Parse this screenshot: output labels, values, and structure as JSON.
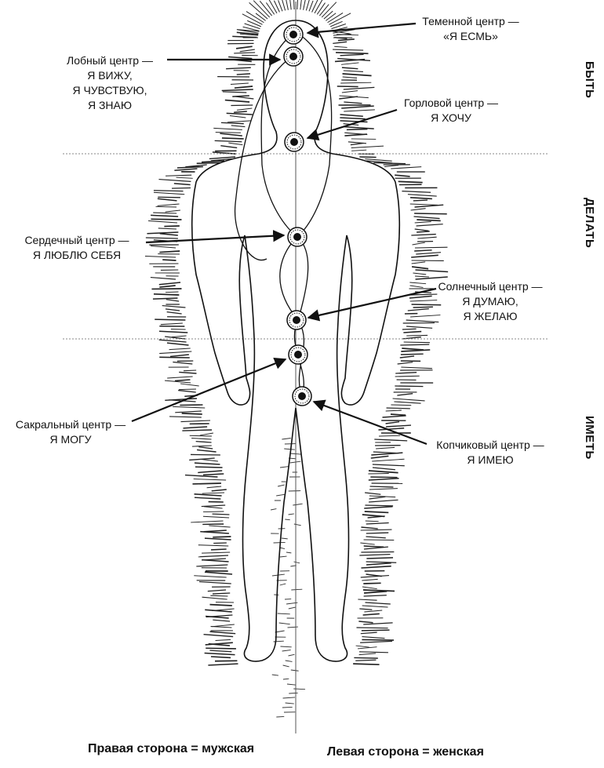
{
  "chakras": [
    {
      "id": "crown",
      "title": "Теменной центр —",
      "lines": [
        "«Я ЕСМЬ»"
      ]
    },
    {
      "id": "brow",
      "title": "Лобный центр —",
      "lines": [
        "Я ВИЖУ,",
        "Я ЧУВСТВУЮ,",
        "Я ЗНАЮ"
      ]
    },
    {
      "id": "throat",
      "title": "Горловой центр —",
      "lines": [
        "Я ХОЧУ"
      ]
    },
    {
      "id": "heart",
      "title": "Сердечный центр —",
      "lines": [
        "Я ЛЮБЛЮ СЕБЯ"
      ]
    },
    {
      "id": "solar",
      "title": "Солнечный центр —",
      "lines": [
        "Я ДУМАЮ,",
        "Я ЖЕЛАЮ"
      ]
    },
    {
      "id": "sacral",
      "title": "Сакральный центр —",
      "lines": [
        "Я МОГУ"
      ]
    },
    {
      "id": "root",
      "title": "Копчиковый центр —",
      "lines": [
        "Я ИМЕЮ"
      ]
    }
  ],
  "levels": [
    "БЫТЬ",
    "ДЕЛАТЬ",
    "ИМЕТЬ"
  ],
  "footer": {
    "right_side": "Правая сторона = мужская",
    "left_side": "Левая сторона = женская"
  },
  "colors": {
    "ink": "#111111",
    "paper": "#ffffff",
    "divider": "#8a8a8a"
  }
}
